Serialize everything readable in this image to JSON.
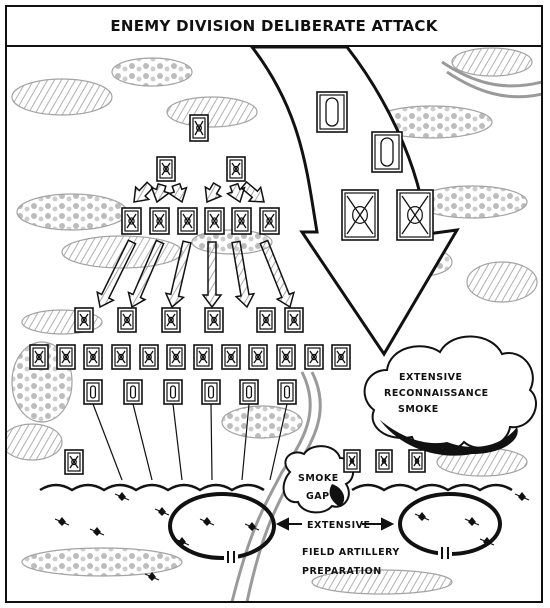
{
  "title": "ENEMY DIVISION DELIBERATE ATTACK",
  "labels": {
    "smoke_line1": "EXTENSIVE",
    "smoke_line2": "RECONNAISSANCE",
    "smoke_line3": "SMOKE",
    "gap_line1": "SMOKE",
    "gap_line2": "GAP",
    "artillery_line1": "EXTENSIVE",
    "artillery_line2": "FIELD ARTILLERY",
    "artillery_line3": "PREPARATION"
  },
  "symbols": {
    "main_attack": "mechanized-infantry-unit-symbol",
    "second_echelon": "armor-unit-symbol",
    "recon": "reconnaissance-unit-symbol"
  },
  "colors": {
    "ink": "#111111",
    "terrain": "#9a9a9a",
    "paper": "#ffffff"
  }
}
